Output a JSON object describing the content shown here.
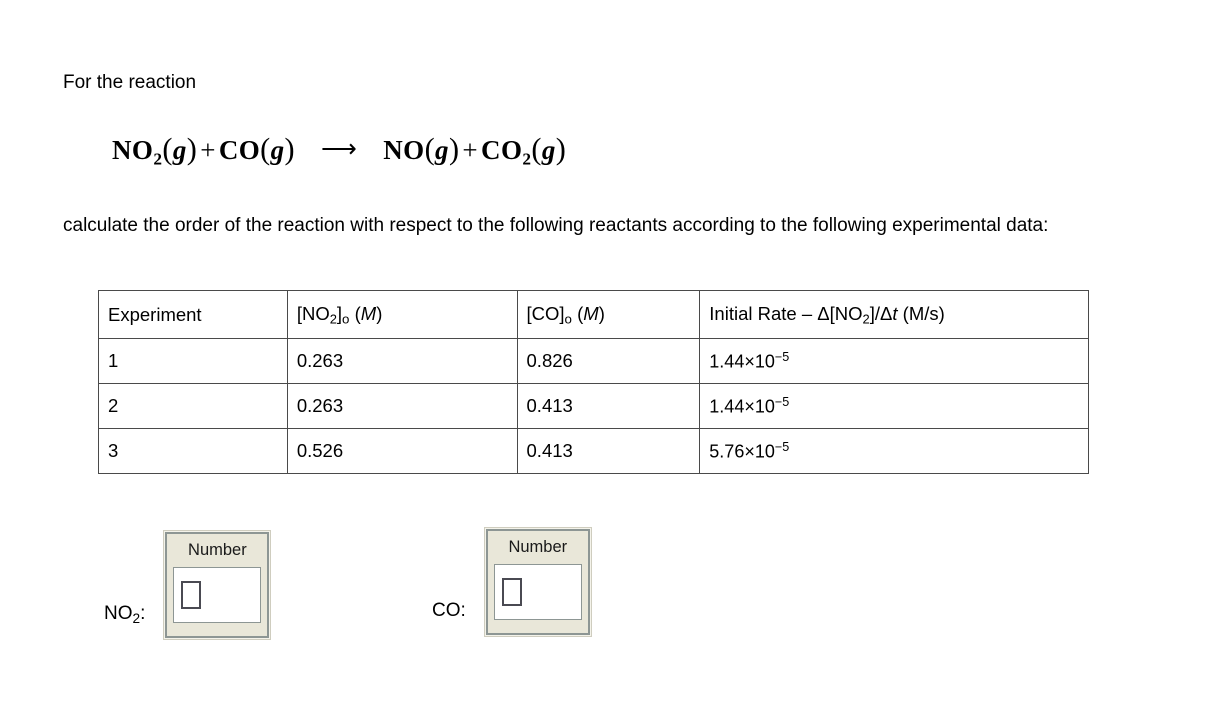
{
  "intro": {
    "text": "For the reaction"
  },
  "equation": {
    "reactant_1": {
      "formula": "NO",
      "sub": "2",
      "state": "g"
    },
    "reactant_2": {
      "formula": "CO",
      "sub": "",
      "state": "g"
    },
    "arrow": "⟶",
    "product_1": {
      "formula": "NO",
      "sub": "",
      "state": "g"
    },
    "product_2": {
      "formula": "CO",
      "sub": "2",
      "state": "g"
    },
    "plus": "+"
  },
  "prompt": {
    "text": "calculate the order of the reaction with respect to the following reactants according to the following experimental data:"
  },
  "table": {
    "headers": {
      "experiment": "Experiment",
      "no2_prefix": "[NO",
      "no2_sub": "2",
      "no2_bracket": "]",
      "no2_initial": "o",
      "no2_units": " (",
      "no2_unit_symbol": "M",
      "no2_units_close": ")",
      "co_prefix": "[CO]",
      "co_initial": "o",
      "co_units": " (",
      "co_unit_symbol": "M",
      "co_units_close": ")",
      "rate_prefix": "Initial Rate – Δ[NO",
      "rate_sub": "2",
      "rate_mid": "]/Δ",
      "rate_var": "t",
      "rate_units": " (M/s)"
    },
    "rows": [
      {
        "experiment": "1",
        "no2": "0.263",
        "co": "0.826",
        "rate_mantissa": "1.44×10",
        "rate_exponent": "−5"
      },
      {
        "experiment": "2",
        "no2": "0.263",
        "co": "0.413",
        "rate_mantissa": "1.44×10",
        "rate_exponent": "−5"
      },
      {
        "experiment": "3",
        "no2": "0.526",
        "co": "0.413",
        "rate_mantissa": "5.76×10",
        "rate_exponent": "−5"
      }
    ]
  },
  "answers": [
    {
      "reactant_prefix": "NO",
      "reactant_sub": "2",
      "reactant_suffix": ":",
      "widget_label": "Number",
      "value": "",
      "placeholder": ""
    },
    {
      "reactant_prefix": "CO",
      "reactant_sub": "",
      "reactant_suffix": ":",
      "widget_label": "Number",
      "value": "",
      "placeholder": ""
    }
  ],
  "colors": {
    "page_background": "#ffffff",
    "text": "#000000",
    "table_border": "#4a4a4a",
    "widget_panel": "#e9e7d9",
    "widget_border": "#8d9694",
    "input_background": "#ffffff"
  }
}
